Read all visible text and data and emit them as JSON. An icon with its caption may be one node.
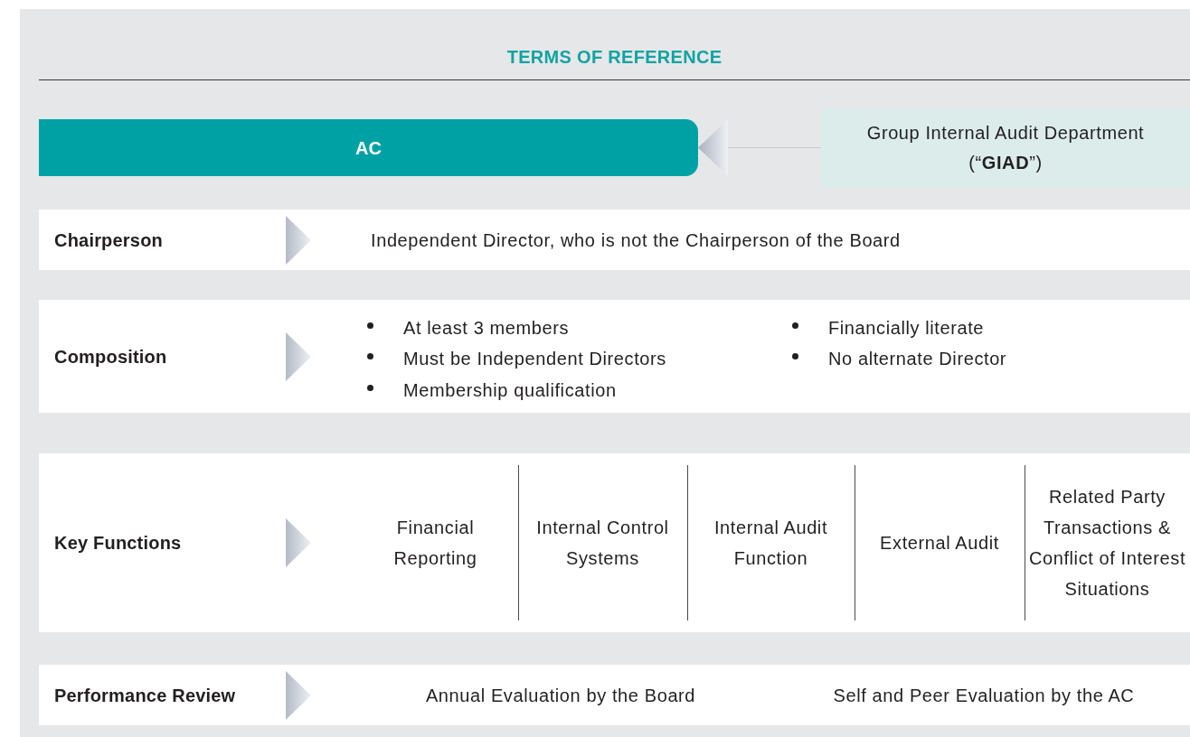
{
  "diagram": {
    "title": "TERMS OF REFERENCE",
    "nodes": [
      {
        "text": [
          "AC"
        ]
      },
      {
        "text": [
          "Group Internal Audit Department (“**GIAD**”)"
        ]
      },
      {
        "text": [
          "Chairperson",
          "Independent Director, who is not the Chairperson of the Board"
        ]
      },
      {
        "text": [
          "Composition",
          "At least 3 members",
          "Must be Independent Directors",
          "Membership qualification",
          "Financially literate",
          "No alternate Director"
        ]
      },
      {
        "text": [
          "Key Functions",
          "Financial Reporting",
          "Internal Control Systems",
          "Internal Audit Function",
          "External Audit",
          "Related Party Transactions & Conflict of Interest Situations"
        ]
      },
      {
        "text": [
          "Performance Review",
          "Annual Evaluation by the Board",
          "Self and Peer Evaluation by the AC"
        ]
      }
    ],
    "edges": [
      {
        "from": 1,
        "to": 0,
        "arrow": "to"
      }
    ]
  }
}
